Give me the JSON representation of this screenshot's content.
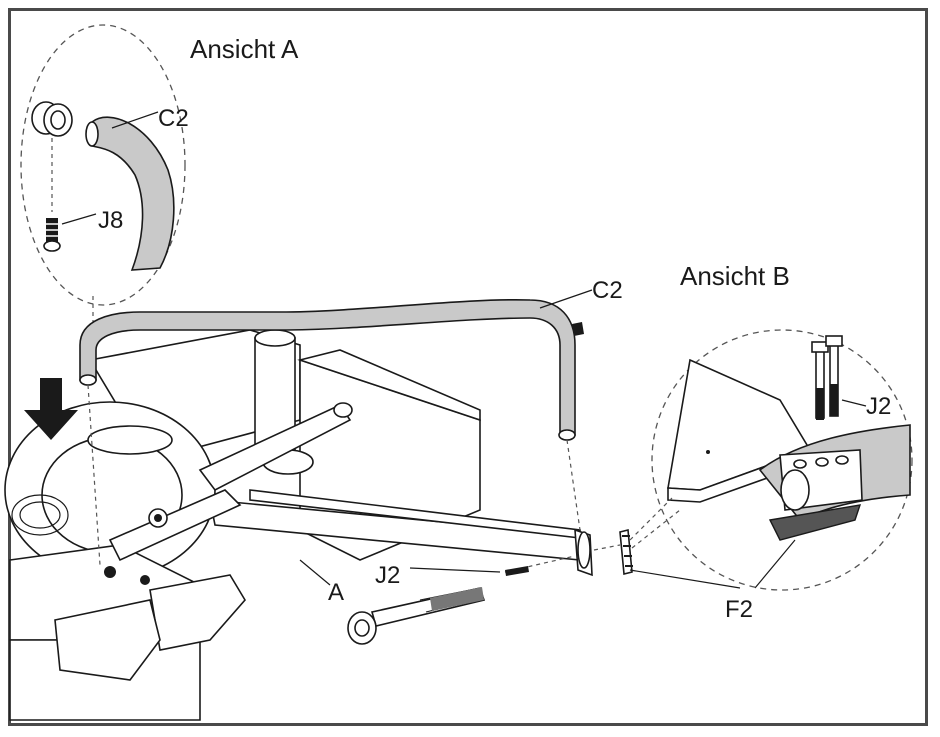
{
  "views": {
    "view_a": {
      "title": "Ansicht A",
      "labels": {
        "tube": "C2",
        "screw": "J8"
      }
    },
    "view_b": {
      "title": "Ansicht B",
      "labels": {
        "bolts": "J2"
      }
    }
  },
  "main_labels": {
    "handlebar": "C2",
    "bolt": "J2",
    "frame": "A",
    "bracket": "F2"
  },
  "colors": {
    "line": "#1a1a1a",
    "tube_fill": "#c9c9c9",
    "border": "#4a4a4a"
  },
  "icons": {
    "arrow": "down-arrow-icon"
  }
}
